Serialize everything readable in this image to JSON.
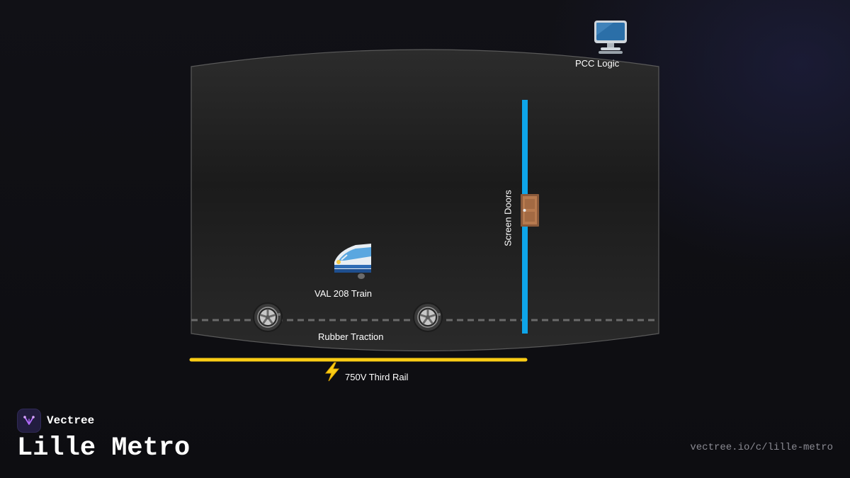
{
  "diagram": {
    "nodes": {
      "pcc": {
        "label": "PCC Logic",
        "icon": "desktop-computer-icon"
      },
      "train": {
        "label": "VAL 208 Train",
        "icon": "high-speed-train-icon"
      },
      "traction": {
        "label": "Rubber Traction",
        "icon": "rubber-tire-icon"
      },
      "third_rail": {
        "label": "750V Third Rail",
        "icon": "lightning-bolt-icon"
      },
      "screen_doors": {
        "label": "Screen Doors",
        "icon": "door-icon"
      }
    },
    "colors": {
      "tunnel_fill": "#2a2a2a",
      "tunnel_stroke": "#5a5a5a",
      "screen_door_line": "#0ea5e9",
      "third_rail": "#facc15",
      "track_dash": "#6b6b6b"
    }
  },
  "footer": {
    "brand_name": "Vectree",
    "brand_icon": "vectree-logo-icon",
    "title": "Lille Metro",
    "url": "vectree.io/c/lille-metro"
  }
}
